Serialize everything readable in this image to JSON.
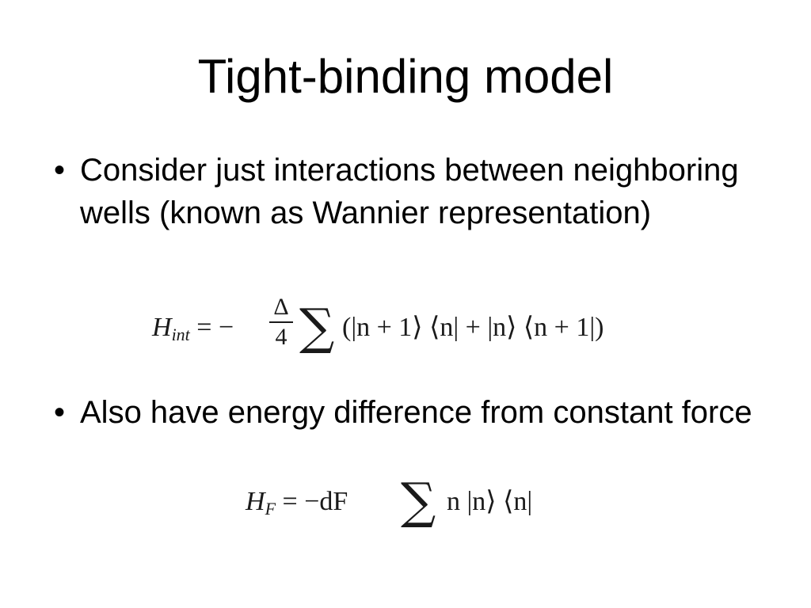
{
  "slide": {
    "title": "Tight-binding model",
    "bullets": [
      {
        "marker": "•",
        "text": "Consider just interactions between neighboring wells (known as Wannier representation)"
      },
      {
        "marker": "•",
        "text": "Also have energy difference from constant force"
      }
    ],
    "equations": {
      "eq1": {
        "lhs_symbol": "H",
        "lhs_subscript": "int",
        "equals": "= −",
        "frac_num": "Δ",
        "frac_den": "4",
        "sum": "∑",
        "rhs": "(|n + 1⟩ ⟨n| + |n⟩ ⟨n + 1|)"
      },
      "eq2": {
        "lhs_symbol": "H",
        "lhs_subscript": "F",
        "equals": "= −dF",
        "sum": "∑",
        "rhs": "n |n⟩ ⟨n|"
      }
    }
  }
}
